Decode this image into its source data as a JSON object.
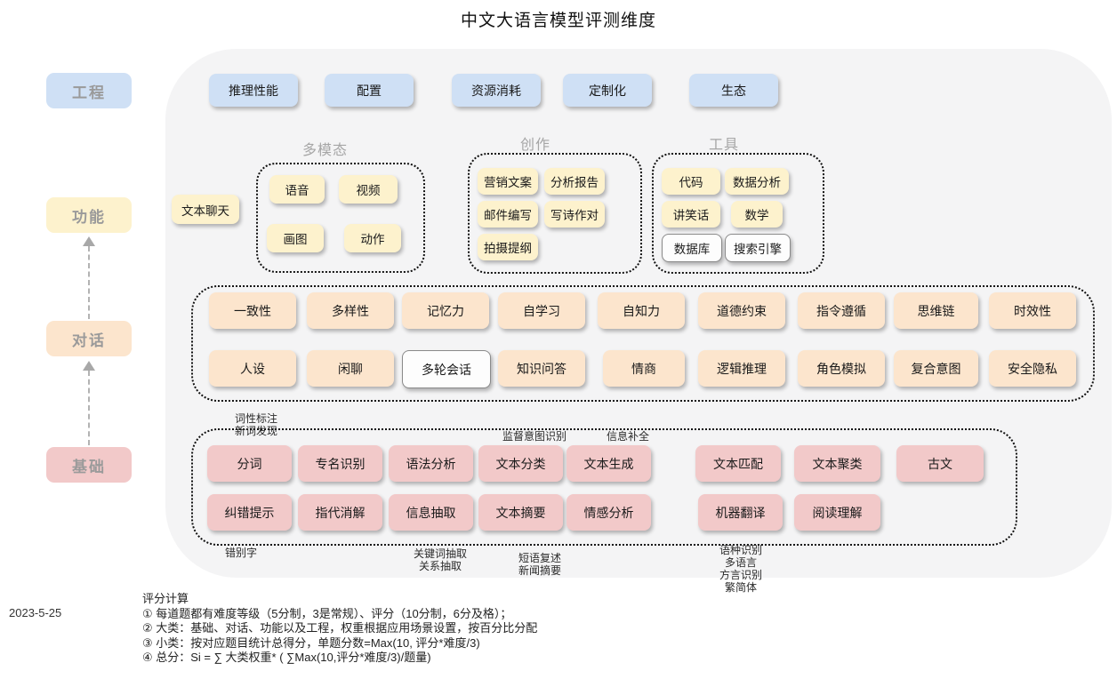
{
  "title": "中文大语言模型评测维度",
  "date": "2023-5-25",
  "colors": {
    "engineering_blue": "#cfe0f5",
    "function_yellow": "#fdf2cd",
    "dialog_orange": "#fce5cd",
    "basic_pink": "#f2c9c9",
    "container_gray": "#f4f4f5"
  },
  "levels": {
    "engineering": "工程",
    "function": "功能",
    "dialog": "对话",
    "basic": "基础"
  },
  "engineering": {
    "items": [
      "推理性能",
      "配置",
      "资源消耗",
      "定制化",
      "生态"
    ]
  },
  "function": {
    "standalone": "文本聊天",
    "groups": {
      "multimodal": {
        "label": "多模态",
        "items": [
          "语音",
          "视频",
          "画图",
          "动作"
        ]
      },
      "creation": {
        "label": "创作",
        "items": [
          "营销文案",
          "分析报告",
          "邮件编写",
          "写诗作对",
          "拍摄提纲"
        ]
      },
      "tools": {
        "label": "工具",
        "items": [
          "代码",
          "数据分析",
          "讲笑话",
          "数学",
          "数据库",
          "搜索引擎"
        ]
      }
    }
  },
  "dialog": {
    "row1": [
      "一致性",
      "多样性",
      "记忆力",
      "自学习",
      "自知力",
      "道德约束",
      "指令遵循",
      "思维链",
      "时效性"
    ],
    "row2": [
      "人设",
      "闲聊",
      "多轮会话",
      "知识问答",
      "情商",
      "逻辑推理",
      "角色模拟",
      "复合意图",
      "安全隐私"
    ]
  },
  "basic": {
    "ann_top": {
      "seg": [
        "词性标注",
        "新词发现"
      ],
      "supervised": "监督意图识别",
      "completion": "信息补全"
    },
    "row1": [
      "分词",
      "专名识别",
      "语法分析",
      "文本分类",
      "文本生成",
      "文本匹配",
      "文本聚类",
      "古文"
    ],
    "row2": [
      "纠错提示",
      "指代消解",
      "信息抽取",
      "文本摘要",
      "情感分析",
      "机器翻译",
      "阅读理解"
    ],
    "ann_bottom": {
      "typo": "错别字",
      "extract": [
        "关键词抽取",
        "关系抽取"
      ],
      "summary": [
        "短语复述",
        "新闻摘要"
      ],
      "translate": [
        "语种识别",
        "多语言",
        "方言识别",
        "繁简体"
      ]
    }
  },
  "notes": {
    "heading": "评分计算",
    "lines": [
      "① 每道题都有难度等级（5分制，3是常规）、评分（10分制，6分及格）；",
      "② 大类：基础、对话、功能以及工程，权重根据应用场景设置，按百分比分配",
      "③ 小类：按对应题目统计总得分，单题分数=Max(10, 评分*难度/3)",
      "④ 总分：Si = ∑ 大类权重* ( ∑Max(10,评分*难度/3)/题量)"
    ]
  }
}
